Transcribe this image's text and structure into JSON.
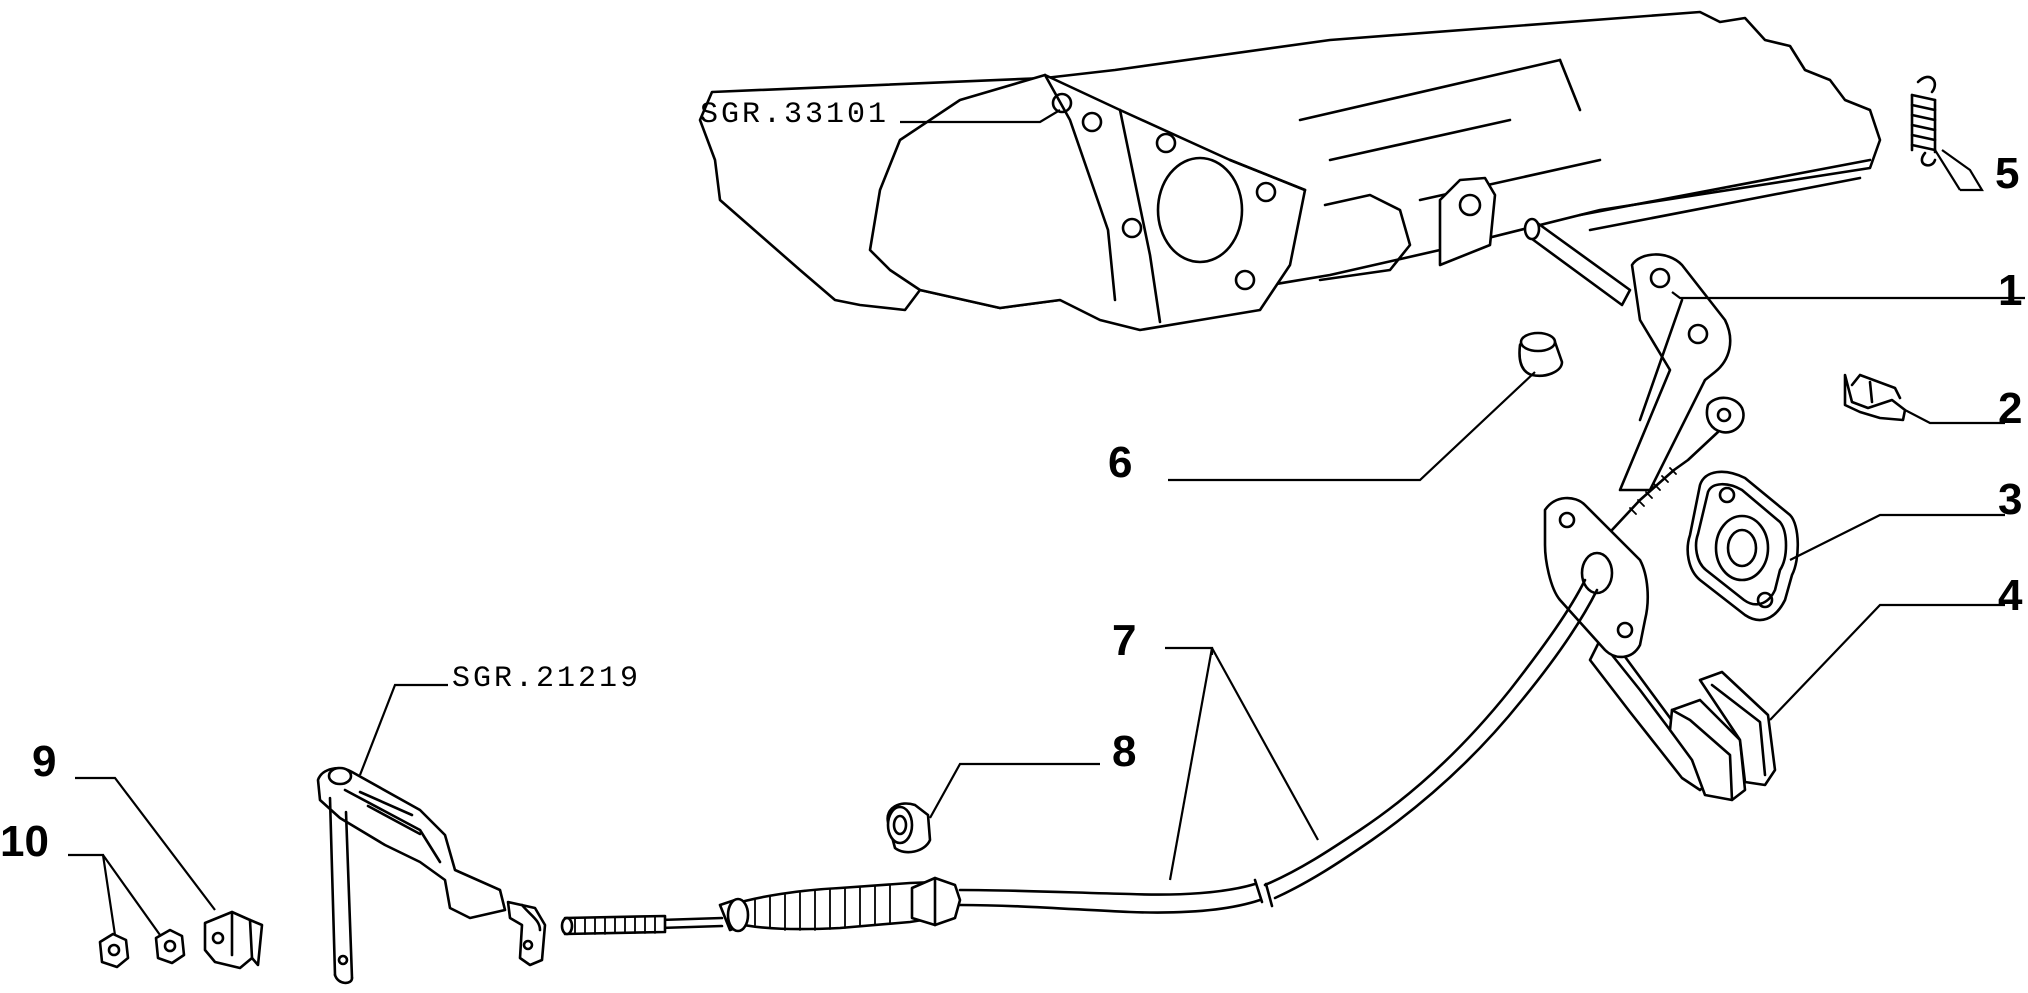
{
  "refs": {
    "upper": "SGR.33101",
    "lower": "SGR.21219"
  },
  "callouts": [
    "1",
    "2",
    "3",
    "4",
    "5",
    "6",
    "7",
    "8",
    "9",
    "10"
  ],
  "colors": {
    "ink": "#000000",
    "paper": "#ffffff"
  }
}
